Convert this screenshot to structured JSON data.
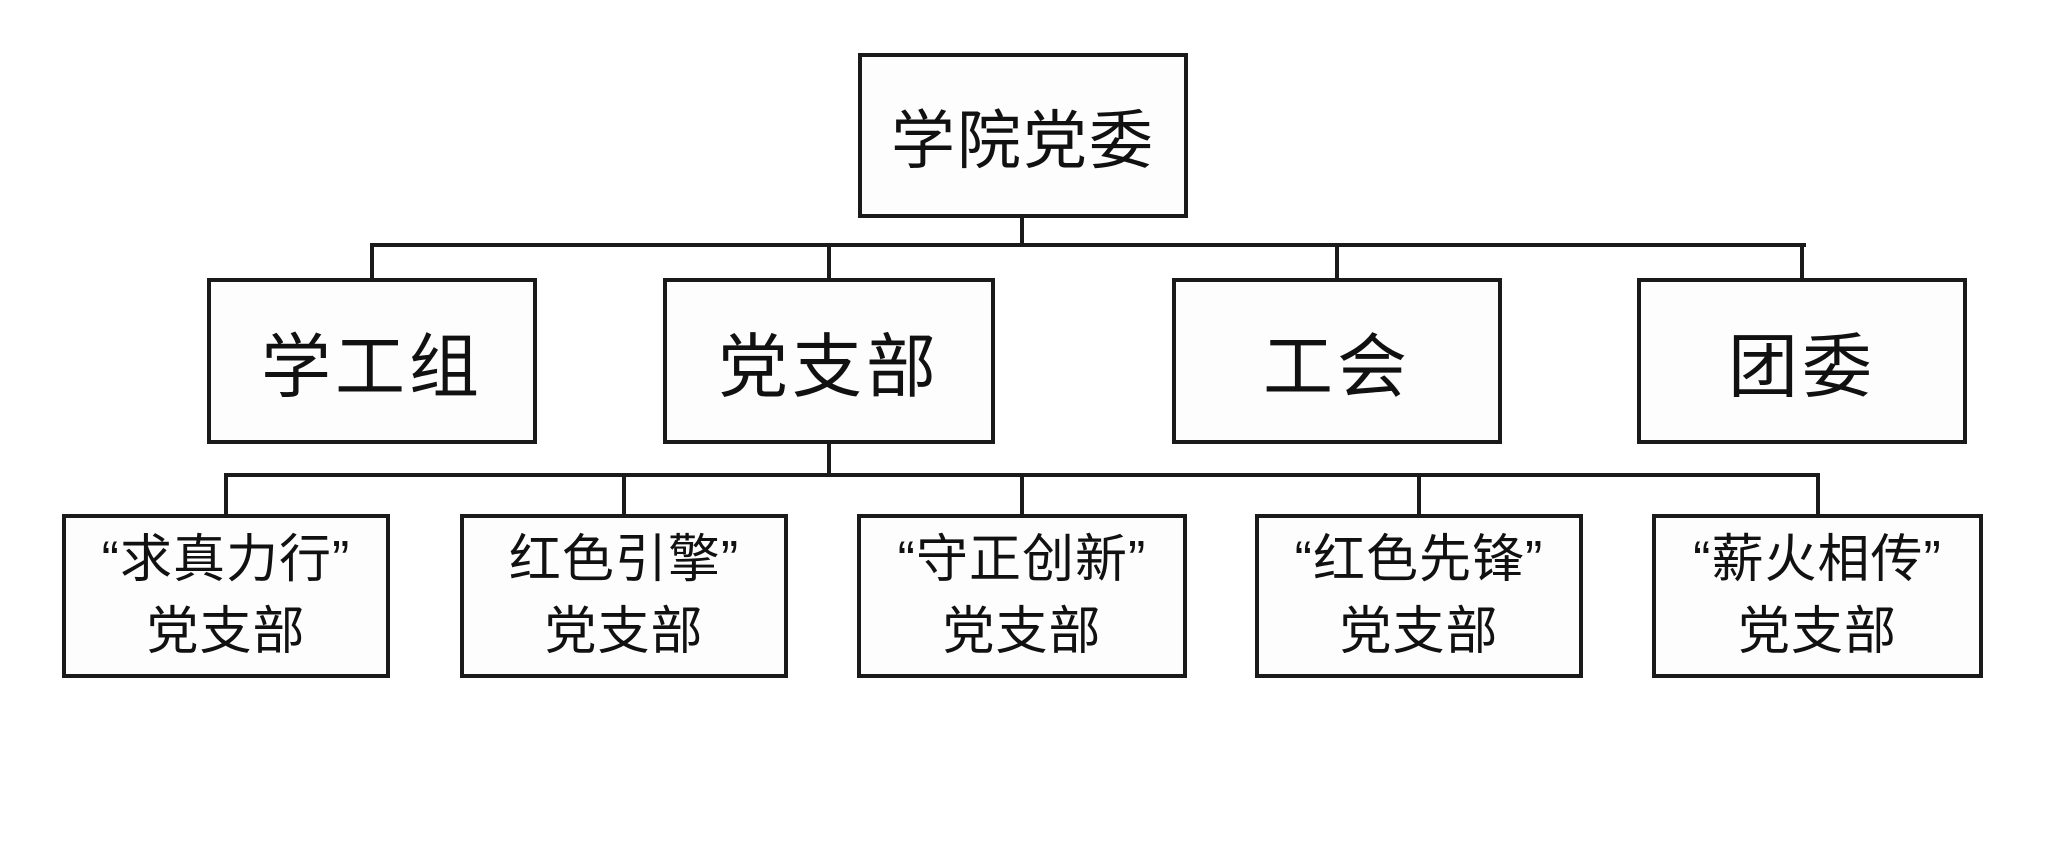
{
  "chart": {
    "title": "college-party-committee-organization-chart",
    "colors": {
      "border": "#1a1a1a",
      "line": "#1a1a1a",
      "background": "#ffffff",
      "text": "#111111"
    },
    "root": {
      "label": "学院党委"
    },
    "level2": [
      {
        "label": "学工组"
      },
      {
        "label": "党支部"
      },
      {
        "label": "工会"
      },
      {
        "label": "团委"
      }
    ],
    "level3": [
      {
        "line1": "“求真力行”",
        "line2": "党支部"
      },
      {
        "line1": "红色引擎”",
        "line2": "党支部"
      },
      {
        "line1": "“守正创新”",
        "line2": "党支部"
      },
      {
        "line1": "“红色先锋”",
        "line2": "党支部"
      },
      {
        "line1": "“薪火相传”",
        "line2": "党支部"
      }
    ]
  }
}
